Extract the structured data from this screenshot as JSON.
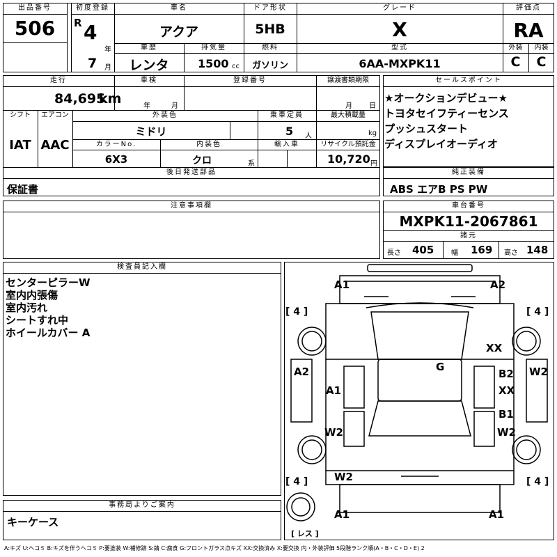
{
  "lot": {
    "label": "出品番号",
    "value": "506"
  },
  "first_reg": {
    "label": "初度登録",
    "era": "R",
    "year": "4",
    "year_unit": "年",
    "month": "7",
    "month_unit": "月"
  },
  "car_name": {
    "label": "車名",
    "value": "アクア"
  },
  "door": {
    "label": "ドア形状",
    "value": "5HB"
  },
  "grade": {
    "label": "グレード",
    "value": "X"
  },
  "score": {
    "label": "評価点",
    "value": "RA"
  },
  "history": {
    "label": "車歴",
    "value": "レンタ"
  },
  "displacement": {
    "label": "排気量",
    "value": "1500",
    "unit": "cc"
  },
  "fuel": {
    "label": "燃料",
    "value": "ガソリン"
  },
  "model": {
    "label": "型式",
    "value": "6AA-MXPK11"
  },
  "exterior": {
    "label": "外装",
    "value": "C"
  },
  "interior": {
    "label": "内装",
    "value": "C"
  },
  "mileage": {
    "label": "走行",
    "value": "84,695",
    "unit": "km"
  },
  "inspection": {
    "label": "車検",
    "year_unit": "年",
    "month_unit": "月"
  },
  "registration": {
    "label": "登録番号"
  },
  "transfer": {
    "label": "譲渡書類期限",
    "month_unit": "月",
    "day_unit": "日"
  },
  "shift": {
    "label": "シフト",
    "value": "IAT"
  },
  "aircon": {
    "label": "エアコン",
    "value": "AAC"
  },
  "ext_color": {
    "label": "外装色",
    "value": "ミドリ"
  },
  "capacity": {
    "label": "乗車定員",
    "value": "5",
    "unit": "人"
  },
  "max_load": {
    "label": "最大積載量",
    "unit": "kg"
  },
  "color_no": {
    "label": "カラーNo.",
    "value": "6X3"
  },
  "int_color": {
    "label": "内装色",
    "value": "クロ",
    "unit": "系"
  },
  "import": {
    "label": "輸入車"
  },
  "recycle": {
    "label": "リサイクル預託金",
    "value": "10,720",
    "unit": "円"
  },
  "later_parts": {
    "label": "後日発送部品",
    "value": "保証書"
  },
  "sales_points": {
    "label": "セールスポイント",
    "items": [
      "★オークションデビュー★",
      "トヨタセイフティーセンス",
      "プッシュスタート",
      "ディスプレイオーディオ"
    ]
  },
  "genuine_equipment": {
    "label": "純正装備",
    "value": "ABS エアB PS PW"
  },
  "notes": {
    "label": "注意事項欄"
  },
  "chassis": {
    "label": "車台番号",
    "value": "MXPK11-2067861"
  },
  "specs": {
    "label": "諸元",
    "length_label": "長さ",
    "length": "405",
    "width_label": "幅",
    "width": "169",
    "height_label": "高さ",
    "height": "148"
  },
  "inspector": {
    "label": "検査員記入欄",
    "items": [
      "センターピラーW",
      "室内内張傷",
      "室内汚れ",
      "シートすれ中",
      "ホイールカバー A"
    ]
  },
  "office": {
    "label": "事務局よりご案内",
    "value": "キーケース"
  },
  "diagram": {
    "marks": {
      "front_left": "A1",
      "front_right": "A2",
      "tire_fl": "[ 4 ]",
      "tire_fr": "[ 4 ]",
      "tire_rl": "[ 4 ]",
      "tire_rr": "[ 4 ]",
      "left_fender": "A2",
      "right_fender": "W2",
      "hood_right": "XX",
      "roof": "G",
      "left_front_door": "A1",
      "left_rear_door": "W2",
      "right_front_door_a": "B2",
      "right_front_door_b": "XX",
      "right_rear_door_a": "B1",
      "right_rear_door_b": "W2",
      "rear_left_quarter": "W2",
      "rear_left": "A1",
      "rear_right": "A1",
      "spare": "[ レス ]"
    }
  },
  "legend": "A:キズ U:ヘコミ B:キズを伴うヘコミ P:要塗装 W:補修跡 S:錆 C:腐食 G:フロントガラス点キズ XX:交換済み X:要交換 内・外装評価 5段階ランク順(A・B・C・D・E) 2"
}
